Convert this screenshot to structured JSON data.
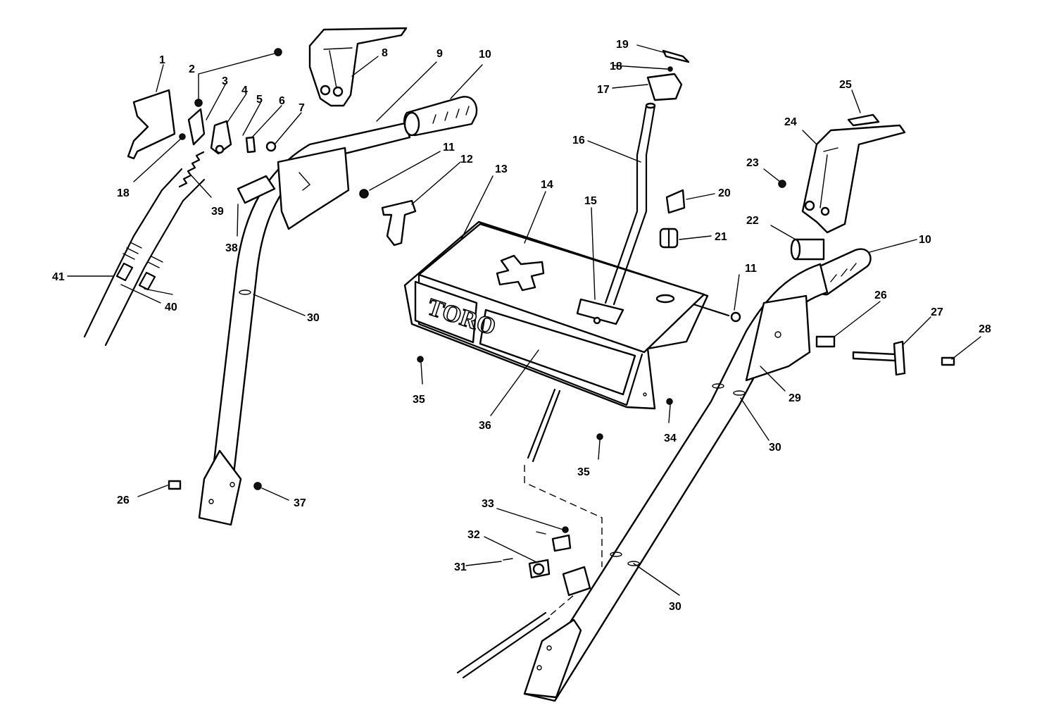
{
  "diagram": {
    "brand_logo": "TORO",
    "callouts": [
      "1",
      "2",
      "3",
      "4",
      "5",
      "6",
      "7",
      "8",
      "9",
      "10",
      "10",
      "11",
      "11",
      "12",
      "13",
      "14",
      "15",
      "16",
      "17",
      "18",
      "18",
      "19",
      "20",
      "21",
      "22",
      "23",
      "24",
      "25",
      "26",
      "26",
      "27",
      "28",
      "29",
      "30",
      "30",
      "30",
      "30",
      "31",
      "32",
      "33",
      "34",
      "35",
      "35",
      "36",
      "37",
      "38",
      "39",
      "40",
      "41"
    ]
  }
}
